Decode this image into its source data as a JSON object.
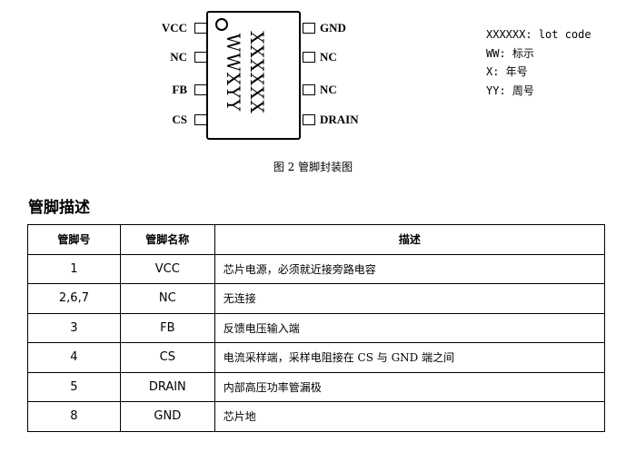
{
  "package": {
    "marking_line1": "XXXXXX",
    "marking_line2": "WWXYY",
    "pins_left": [
      "VCC",
      "NC",
      "FB",
      "CS"
    ],
    "pins_right": [
      "GND",
      "NC",
      "NC",
      "DRAIN"
    ]
  },
  "legend": [
    "XXXXXX: lot code",
    "WW: 标示",
    "X: 年号",
    "YY: 周号"
  ],
  "caption": "图 2 管脚封装图",
  "section_title": "管脚描述",
  "table": {
    "headers": [
      "管脚号",
      "管脚名称",
      "描述"
    ],
    "rows": [
      [
        "1",
        "VCC",
        "芯片电源，必须就近接旁路电容"
      ],
      [
        "2,6,7",
        "NC",
        "无连接"
      ],
      [
        "3",
        "FB",
        "反馈电压输入端"
      ],
      [
        "4",
        "CS",
        "电流采样端，采样电阻接在 CS 与 GND 端之间"
      ],
      [
        "5",
        "DRAIN",
        "内部高压功率管漏极"
      ],
      [
        "8",
        "GND",
        "芯片地"
      ]
    ]
  }
}
